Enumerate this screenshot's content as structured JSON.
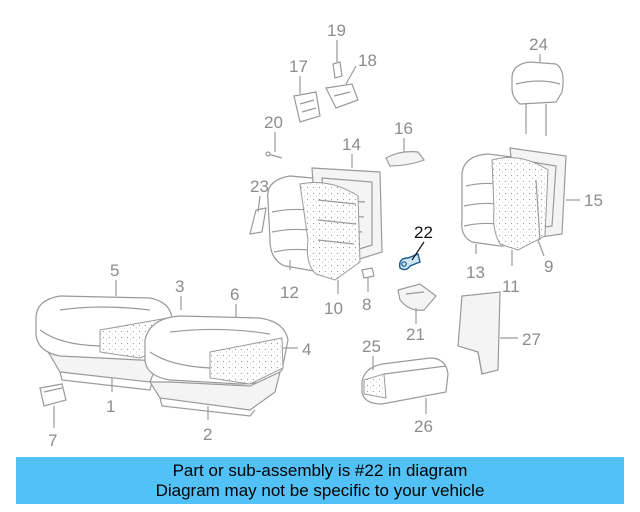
{
  "callouts": {
    "c1": "1",
    "c2": "2",
    "c3": "3",
    "c4": "4",
    "c5": "5",
    "c6": "6",
    "c7": "7",
    "c8": "8",
    "c9": "9",
    "c10": "10",
    "c11": "11",
    "c12": "12",
    "c13": "13",
    "c14": "14",
    "c15": "15",
    "c16": "16",
    "c17": "17",
    "c18": "18",
    "c19": "19",
    "c20": "20",
    "c21": "21",
    "c22": "22",
    "c23": "23",
    "c24": "24",
    "c25": "25",
    "c26": "26",
    "c27": "27"
  },
  "highlight_part": "22",
  "colors": {
    "banner": "#52c1f5",
    "highlight": "#1a5a8a",
    "line": "#9a9a9a"
  },
  "banner": {
    "line1": "Part or sub-assembly is #22 in diagram",
    "line2": "Diagram may not be specific to your vehicle"
  }
}
